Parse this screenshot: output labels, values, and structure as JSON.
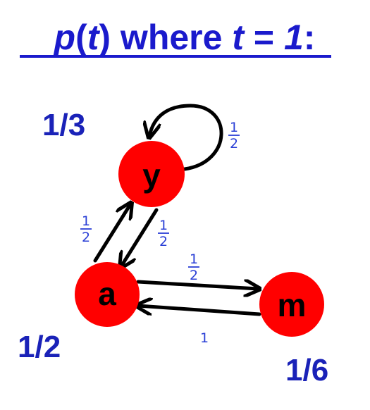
{
  "title": {
    "parts": [
      {
        "text": "p",
        "italic": true
      },
      {
        "text": "(",
        "italic": false
      },
      {
        "text": "t",
        "italic": true
      },
      {
        "text": ") where ",
        "italic": false
      },
      {
        "text": "t",
        "italic": true
      },
      {
        "text": " = ",
        "italic": false
      },
      {
        "text": "1",
        "italic": true
      },
      {
        "text": ":",
        "italic": false
      }
    ]
  },
  "nodes": {
    "y": {
      "label": "y",
      "probability": "1/3"
    },
    "a": {
      "label": "a",
      "probability": "1/2"
    },
    "m": {
      "label": "m",
      "probability": "1/6"
    }
  },
  "edges": [
    {
      "id": "y-self",
      "from": "y",
      "to": "y",
      "weight_num": "1",
      "weight_den": "2"
    },
    {
      "id": "a-to-y",
      "from": "a",
      "to": "y",
      "weight_num": "1",
      "weight_den": "2"
    },
    {
      "id": "y-to-a",
      "from": "y",
      "to": "a",
      "weight_num": "1",
      "weight_den": "2"
    },
    {
      "id": "a-to-m",
      "from": "a",
      "to": "m",
      "weight_num": "1",
      "weight_den": "2"
    },
    {
      "id": "m-to-a",
      "from": "m",
      "to": "a",
      "weight": "1"
    }
  ],
  "colors": {
    "title": "#1a1acc",
    "probability": "#1a22b8",
    "node_fill": "#ff0000",
    "edge": "#000000",
    "handwriting": "#2a3fd6"
  }
}
